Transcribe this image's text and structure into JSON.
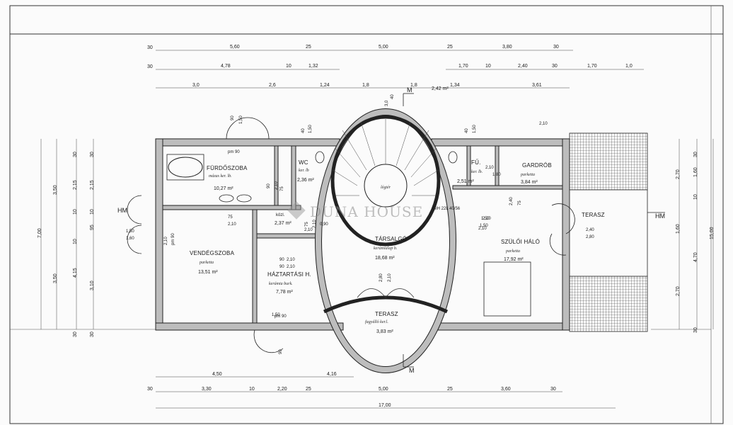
{
  "dimensions": {
    "row1": [
      "30",
      "5,60",
      "25",
      "5,00",
      "25",
      "3,80",
      "30"
    ],
    "row2": [
      "30",
      "4,78",
      "10",
      "1,32",
      "1,70",
      "10",
      "2,40",
      "30",
      "1,70",
      "1,0"
    ],
    "row3": [
      "3,0",
      "2,6",
      "1,24",
      "1,8",
      "1,8",
      "2,42 m²",
      "1,34",
      "3,61"
    ],
    "left": [
      "3,50",
      "2,15",
      "2,15",
      "30",
      "30",
      "7,00",
      "10",
      "10",
      "95",
      "10",
      "3,50",
      "4,15",
      "3,10",
      "30",
      "30"
    ],
    "right": [
      "30",
      "1,60",
      "2,70",
      "10",
      "1,60",
      "15,00",
      "4,70",
      "2,70",
      "30"
    ],
    "bottom1": [
      "4,50",
      "4,16"
    ],
    "bottom2": [
      "30",
      "3,30",
      "10",
      "2,20",
      "25",
      "5,00",
      "25",
      "3,60",
      "30"
    ],
    "bottom3": [
      "17,00"
    ],
    "misc": [
      "90",
      "1,50",
      "40",
      "1,50",
      "40",
      "1,50",
      "3,0",
      "40",
      "pm 90",
      "90",
      "2,10",
      "75",
      "2,10",
      "90",
      "2,10",
      "75",
      "2,10",
      "90",
      "2,10",
      "pm 90",
      "pm 90",
      "1,50",
      "90",
      "2,10",
      "1,50",
      "2,40",
      "75",
      "2,10",
      "1,80",
      "1,50",
      "1,60",
      "2,40",
      "2,80",
      "2,80",
      "2,10",
      "0,90",
      "SIH 22L 40/56",
      "2,10",
      "2,10",
      "75",
      "1,50",
      "2,10",
      "2,10"
    ]
  },
  "rooms": {
    "furdoszoba": {
      "name": "FÜRDŐSZOBA",
      "floor": "mázas ker. lb.",
      "area": "10,27 m²"
    },
    "wc": {
      "name": "WC",
      "floor": "ker. lb",
      "area": "2,36 m²"
    },
    "fu": {
      "name": "FŰ.",
      "floor": "ker. lb.",
      "area": "2,51 m²"
    },
    "gardrob": {
      "name": "GARDRÓB",
      "floor": "parketta",
      "area": "3,84 m²"
    },
    "kozl": {
      "name": "közl.",
      "area": "2,37 m²"
    },
    "vendegszoba": {
      "name": "VENDÉGSZOBA",
      "floor": "parketta",
      "area": "13,51 m²"
    },
    "haztartasi": {
      "name": "HÁZTARTÁSI H.",
      "floor": "kerámia burk.",
      "area": "7,78 m²"
    },
    "tarsalgo": {
      "name": "TÁRSALGÓ",
      "floor": "kerámialap b.",
      "area": "18,68 m²"
    },
    "terasz_bottom": {
      "name": "TERASZ",
      "floor": "fagyálló ker.l.",
      "area": "3,83 m²"
    },
    "szuloi": {
      "name": "SZÜLŐI HÁLÓ",
      "floor": "parketta",
      "area": "17,92 m²"
    },
    "terasz_right": {
      "name": "TERASZ"
    },
    "legter": {
      "name": "légtér"
    }
  },
  "markers": {
    "m_top": "M",
    "m_bottom": "M",
    "hm_left": "HM",
    "hm_right": "HM",
    "logo": "DUNA HOUSE"
  },
  "colors": {
    "wall": "#bdbdbd",
    "line": "#222222"
  }
}
